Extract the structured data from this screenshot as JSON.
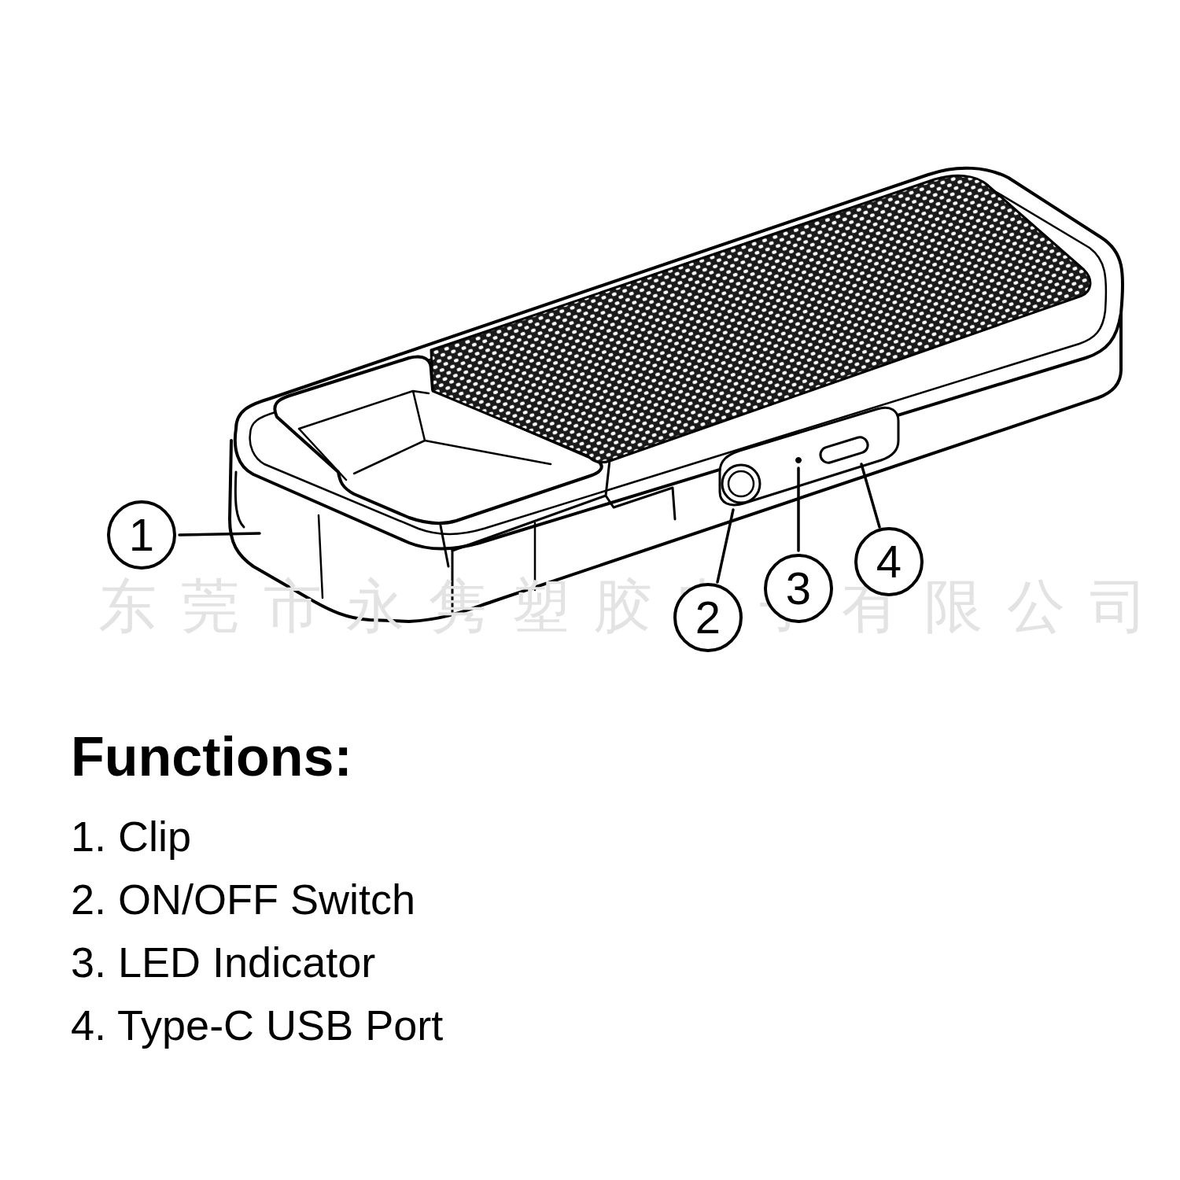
{
  "diagram": {
    "title": "Functions:",
    "nodes": [
      {
        "text": [
          "1"
        ]
      },
      {
        "text": [
          "2"
        ]
      },
      {
        "text": [
          "3"
        ]
      },
      {
        "text": [
          "4"
        ]
      }
    ],
    "labels": [
      "东莞市永隽塑胶电子有限公司",
      "1. Clip",
      "2. ON/OFF Switch",
      "3. LED Indicator",
      "4. Type-C USB Port"
    ]
  }
}
